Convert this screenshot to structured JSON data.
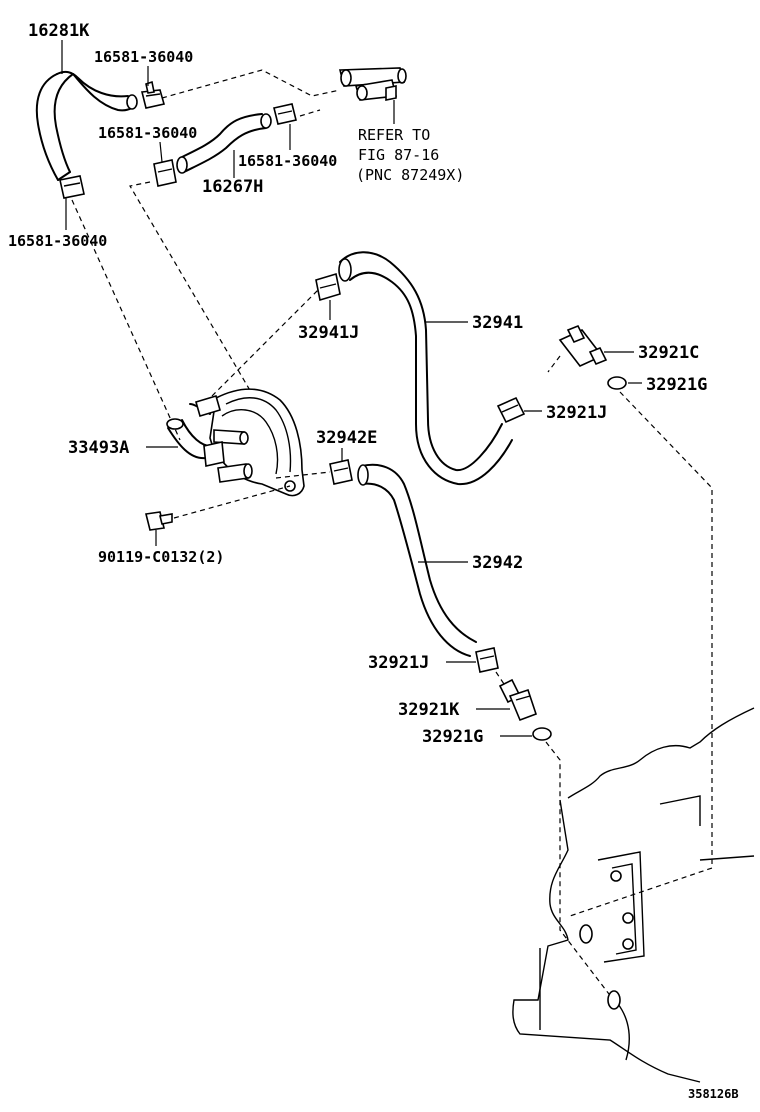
{
  "labels": {
    "p16281K": "16281K",
    "clamp_a": "16581-36040",
    "clamp_b": "16581-36040",
    "clamp_c": "16581-36040",
    "clamp_d": "16581-36040",
    "p16267H": "16267H",
    "p32941J": "32941J",
    "p32941": "32941",
    "p32921C": "32921C",
    "p32921G_top": "32921G",
    "p32921J_top": "32921J",
    "p33493A": "33493A",
    "p32942E": "32942E",
    "p90119": "90119-C0132(2)",
    "p32942": "32942",
    "p32921J_bottom": "32921J",
    "p32921K": "32921K",
    "p32921G_bottom": "32921G"
  },
  "reference": {
    "line1": "REFER TO",
    "line2": "FIG 87-16",
    "line3": "(PNC 87249X)"
  },
  "diagram_code": "358126B"
}
